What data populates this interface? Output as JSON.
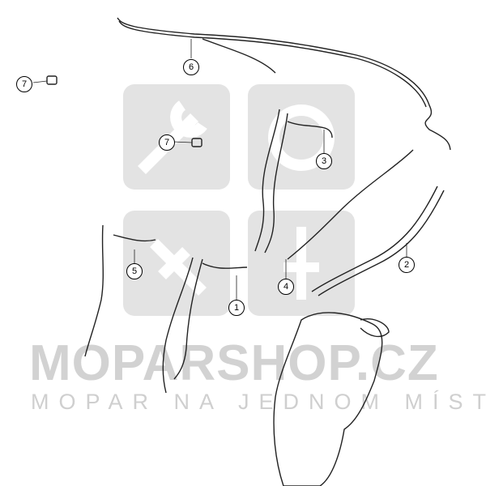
{
  "diagram": {
    "callouts": [
      {
        "id": "1",
        "label": "1"
      },
      {
        "id": "2",
        "label": "2"
      },
      {
        "id": "3",
        "label": "3"
      },
      {
        "id": "4",
        "label": "4"
      },
      {
        "id": "5",
        "label": "5"
      },
      {
        "id": "6",
        "label": "6"
      },
      {
        "id": "7a",
        "label": "7"
      },
      {
        "id": "7b",
        "label": "7"
      }
    ]
  },
  "watermark": {
    "title": "MOPARSHOP.CZ",
    "subtitle": "MOPAR NA JEDNOM MÍSTĚ",
    "color": "#cfcfcf"
  }
}
